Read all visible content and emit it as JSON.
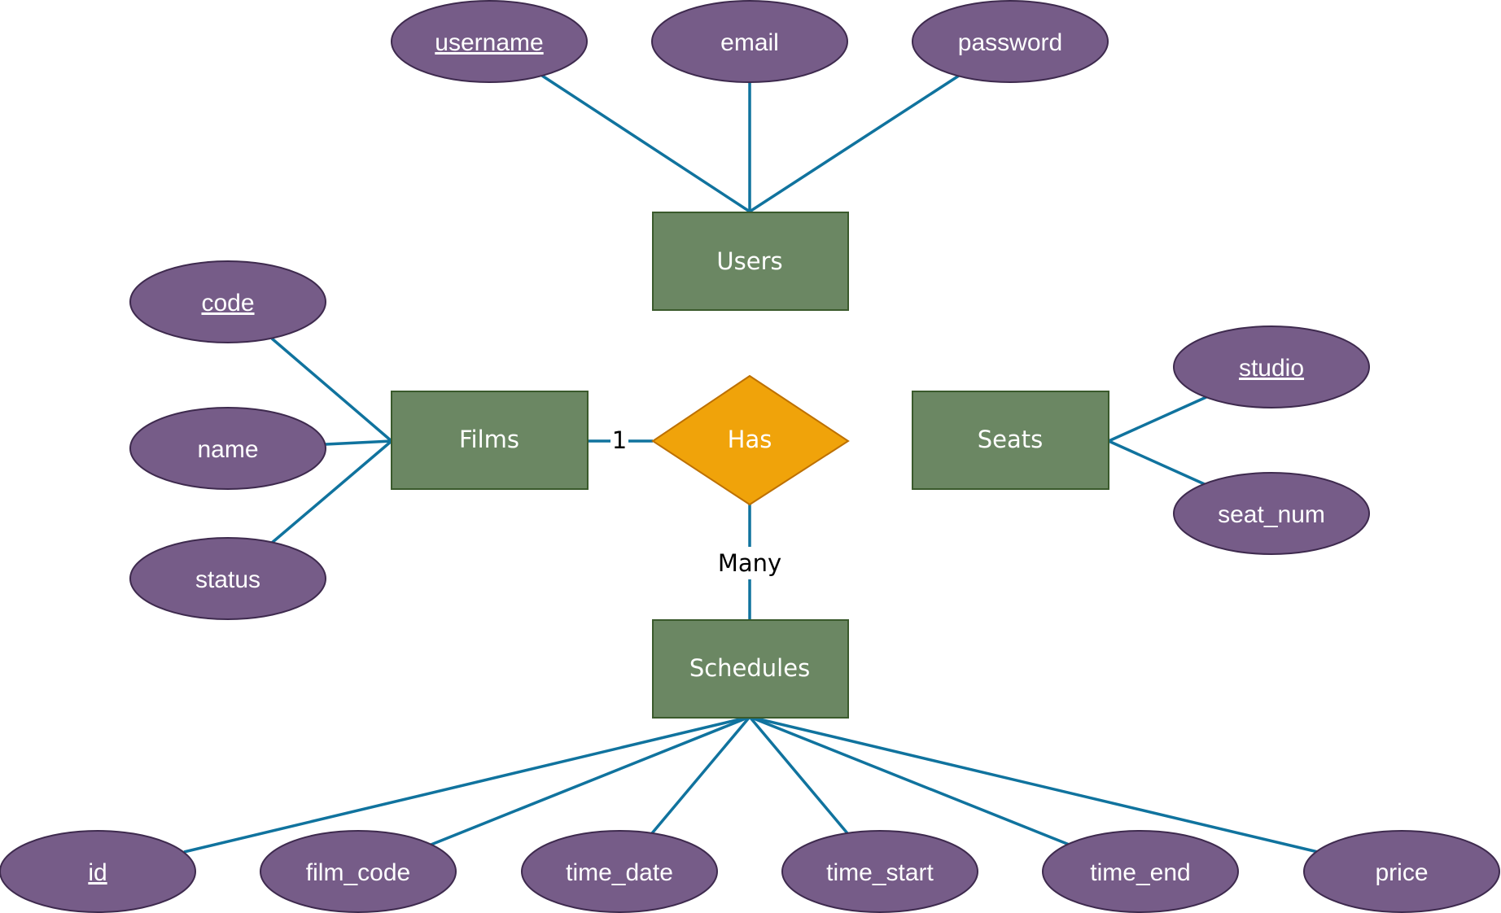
{
  "colors": {
    "entity_fill": "#6b8763",
    "entity_stroke": "#3a5a2c",
    "relationship_fill": "#f0a30a",
    "relationship_stroke": "#bd7000",
    "attribute_fill": "#765c88",
    "attribute_stroke": "#3e2a4e",
    "line": "#10739e",
    "label_text": "#000000",
    "shape_text": "#ffffff"
  },
  "entities": {
    "users": "Users",
    "films": "Films",
    "seats": "Seats",
    "schedules": "Schedules"
  },
  "relationship": {
    "has": "Has"
  },
  "cardinality": {
    "films_has": "1",
    "has_schedules": "Many"
  },
  "attributes": {
    "users": [
      {
        "label": "username",
        "key": true
      },
      {
        "label": "email",
        "key": false
      },
      {
        "label": "password",
        "key": false
      }
    ],
    "films": [
      {
        "label": "code",
        "key": true
      },
      {
        "label": "name",
        "key": false
      },
      {
        "label": "status",
        "key": false
      }
    ],
    "seats": [
      {
        "label": "studio",
        "key": true
      },
      {
        "label": "seat_num",
        "key": false
      }
    ],
    "schedules": [
      {
        "label": "id",
        "key": true
      },
      {
        "label": "film_code",
        "key": false
      },
      {
        "label": "time_date",
        "key": false
      },
      {
        "label": "time_start",
        "key": false
      },
      {
        "label": "time_end",
        "key": false
      },
      {
        "label": "price",
        "key": false
      }
    ]
  }
}
